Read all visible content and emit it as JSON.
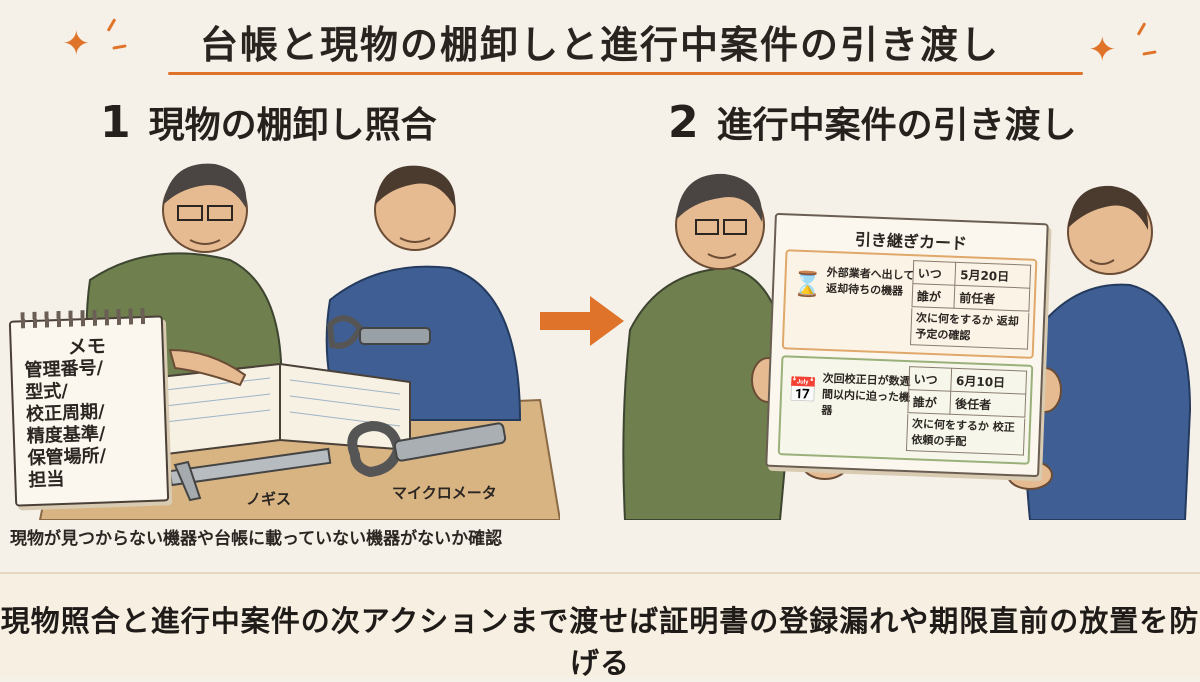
{
  "header": {
    "title": "台帳と現物の棚卸しと進行中案件の引き渡し",
    "accent_color": "#e0732a"
  },
  "section1": {
    "number": "1",
    "heading": "現物の棚卸し照合",
    "caption": "現物が見つからない機器や台帳に載っていない機器がないか確認"
  },
  "section2": {
    "number": "2",
    "heading": "進行中案件の引き渡し"
  },
  "memo": {
    "title": "メモ",
    "items": [
      "管理番号/",
      "型式/",
      "校正周期/",
      "精度基準/",
      "保管場所/",
      "担当"
    ]
  },
  "tools": {
    "caliper_label": "ノギス",
    "micrometer_label": "マイクロメータ"
  },
  "handover_card": {
    "title": "引き継ぎカード",
    "items": [
      {
        "icon": "hourglass-icon",
        "description": "外部業者へ出して返却待ちの機器",
        "when_label": "いつ",
        "when_value": "5月20日",
        "who_label": "誰が",
        "who_value": "前任者",
        "next_action": "次に何をするか 返却予定の確認"
      },
      {
        "icon": "calendar-bell-icon",
        "description": "次回校正日が数週間以内に迫った機器",
        "when_label": "いつ",
        "when_value": "6月10日",
        "who_label": "誰が",
        "who_value": "後任者",
        "next_action": "次に何をするか 校正依頼の手配"
      }
    ]
  },
  "footer": {
    "message": "現物照合と進行中案件の次アクションまで渡せば証明書の登録漏れや期限直前の放置を防げる"
  }
}
